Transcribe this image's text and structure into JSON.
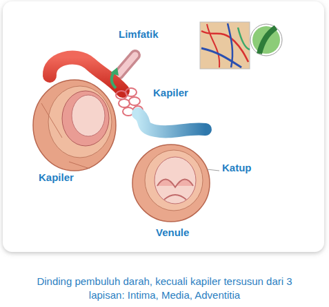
{
  "diagram": {
    "caption": "Dinding pembuluh darah, kecuali kapiler tersusun dari 3 lapisan: Intima, Media, Adventitia",
    "labels": [
      "Limfatik",
      "Kapiler",
      "Kapiler",
      "Katup",
      "Venule"
    ]
  }
}
